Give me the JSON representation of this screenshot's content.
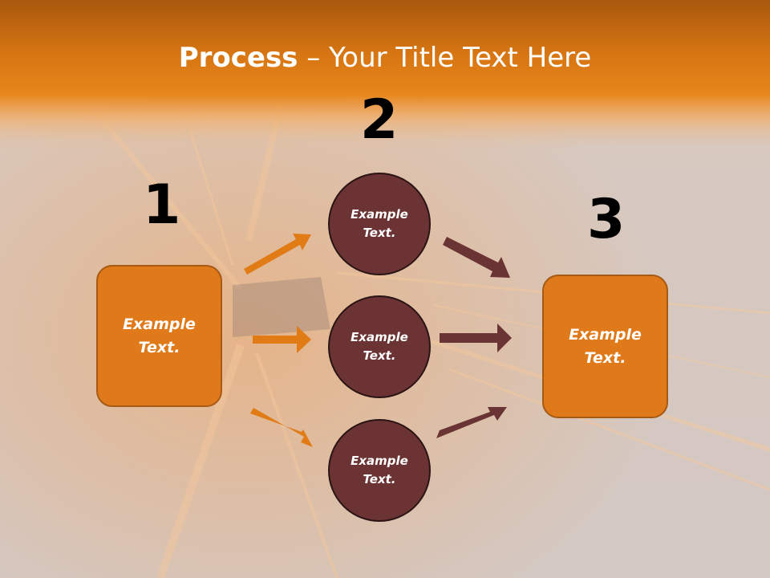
{
  "title": {
    "bold": "Process",
    "rest": " – Your Title Text Here"
  },
  "steps": {
    "one": "1",
    "two": "2",
    "three": "3"
  },
  "left_box": {
    "text": "Example\nText."
  },
  "circles": [
    {
      "text": "Example\nText."
    },
    {
      "text": "Example\nText."
    },
    {
      "text": "Example\nText."
    }
  ],
  "right_box": {
    "text": "Example\nText."
  },
  "colors": {
    "orange": "#e0791a",
    "maroon": "#6b3333",
    "arrow_orange": "#e07b16",
    "arrow_maroon": "#6a3434"
  }
}
